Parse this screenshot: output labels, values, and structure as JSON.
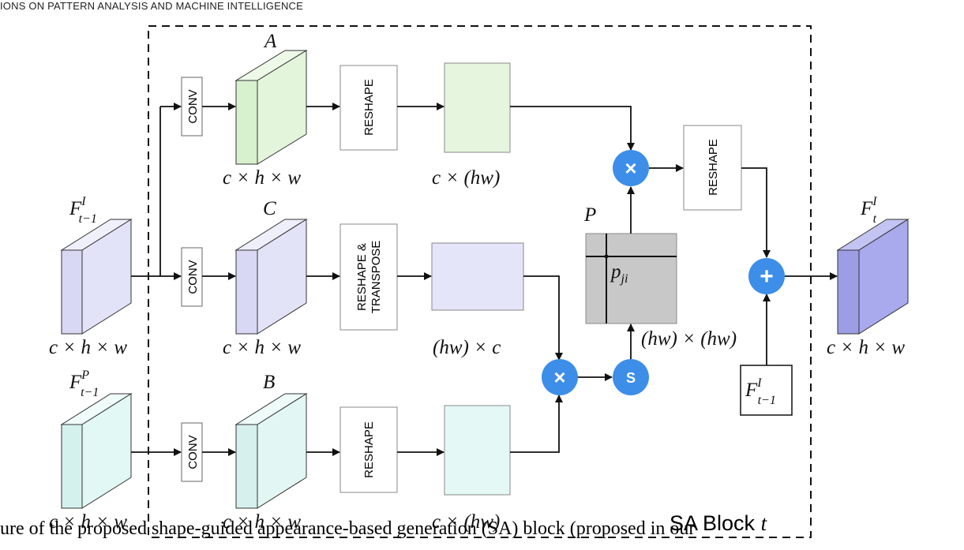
{
  "header": {
    "text": "IONS ON PATTERN ANALYSIS AND MACHINE INTELLIGENCE"
  },
  "block": {
    "title": "SA Block ",
    "title_var": "t"
  },
  "ops": {
    "conv": "CONV",
    "reshape": "RESHAPE",
    "reshape_transpose_line1": "RESHAPE &",
    "reshape_transpose_line2": "TRANSPOSE",
    "multiply": "×",
    "add": "+",
    "softmax": "S"
  },
  "inputs": {
    "image_feature": "F",
    "image_feature_sup": "I",
    "image_feature_sub": "t−1",
    "pose_feature": "F",
    "pose_feature_sup": "P",
    "pose_feature_sub": "t−1",
    "output_feature": "F",
    "output_feature_sup": "I",
    "output_feature_sub": "t",
    "residual_feature": "F",
    "residual_feature_sup": "I",
    "residual_feature_sub": "t−1"
  },
  "labels": {
    "A": "A",
    "B": "B",
    "C": "C",
    "P": "P",
    "p_ji": "p",
    "p_ji_sub": "ji"
  },
  "dims": {
    "chw": "c × h × w",
    "c_hw": "c × (hw)",
    "hw_c": "(hw) × c",
    "hw_hw": "(hw) × (hw)"
  },
  "caption": {
    "text": "ure of the proposed shape-guided appearance-based generation (SA) block (proposed in our"
  },
  "colors": {
    "green": "#e6f6de",
    "lavender": "#e5e5fa",
    "cyan": "#e4f8f6",
    "purple": "#a9a9ee",
    "gray": "#c8c8c8",
    "blue_circle": "#3d8ee8"
  }
}
